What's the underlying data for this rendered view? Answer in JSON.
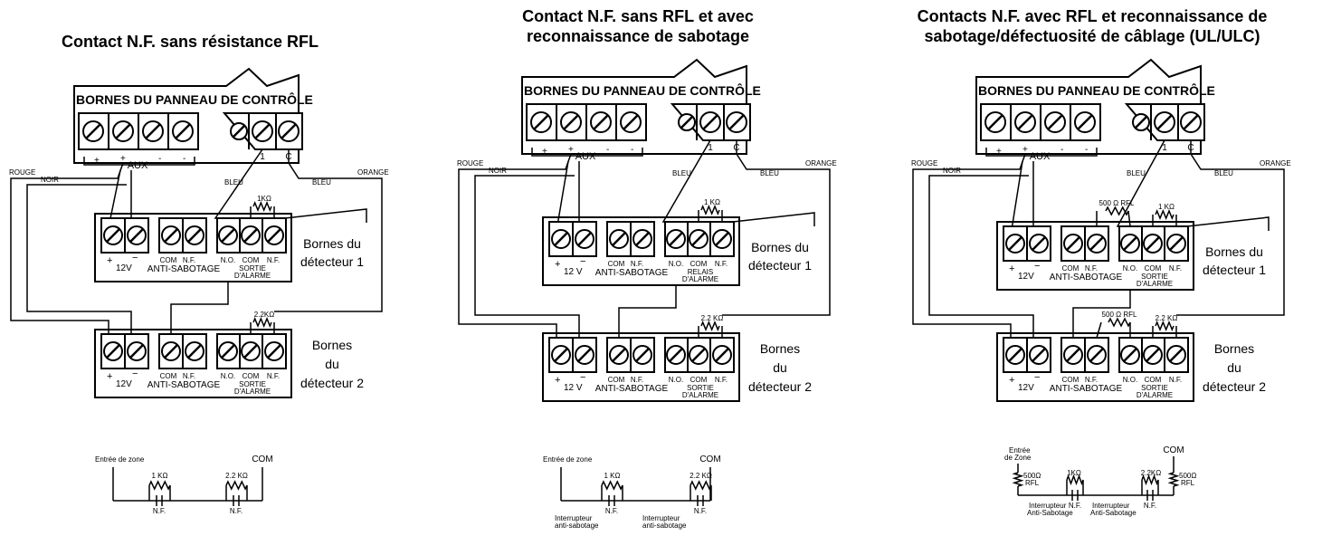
{
  "diagrams": [
    {
      "title_lines": [
        "Contact N.F. sans résistance RFL"
      ],
      "panel_label": "BORNES DU PANNEAU DE CONTRÔLE",
      "panel_terminal_labels": {
        "plus1": "+",
        "aux": "AUX",
        "minus1": "-",
        "minus2": "-",
        "zone": "1",
        "com": "C"
      },
      "wire_labels": {
        "red": "ROUGE",
        "black": "NOIR",
        "blue1": "BLEU",
        "blue2": "BLEU",
        "orange": "ORANGE"
      },
      "detector1": {
        "resistors": [
          "1KΩ"
        ],
        "name_lines": [
          "Bornes du",
          "détecteur 1"
        ],
        "power_labels": [
          "+",
          "−",
          "12V"
        ],
        "tamper_labels": [
          "COM",
          "N.F.",
          "ANTI-SABOTAGE"
        ],
        "alarm_labels": [
          "N.O.",
          "COM",
          "N.F.",
          "SORTIE",
          "D'ALARME"
        ]
      },
      "detector2": {
        "resistors": [
          "2.2KΩ"
        ],
        "name_lines": [
          "Bornes",
          "du",
          "détecteur 2"
        ],
        "power_labels": [
          "+",
          "−",
          "12V"
        ],
        "tamper_labels": [
          "COM",
          "N.F.",
          "ANTI-SABOTAGE"
        ],
        "alarm_labels": [
          "N.O.",
          "COM",
          "N.F.",
          "SORTIE",
          "D'ALARME"
        ]
      },
      "schematic": {
        "zone_label": "Entrée de zone",
        "com_label": "COM",
        "r1": "1 KΩ",
        "r2": "2.2 KΩ",
        "nf1": "N.F.",
        "nf2": "N.F."
      }
    },
    {
      "title_lines": [
        "Contact N.F. sans RFL et avec",
        "reconnaissance de sabotage"
      ],
      "panel_label": "BORNES DU PANNEAU DE CONTRÔLE",
      "panel_terminal_labels": {
        "plus1": "+",
        "aux": "AUX",
        "minus1": "-",
        "minus2": "-",
        "zone": "1",
        "com": "C"
      },
      "wire_labels": {
        "red": "ROUGE",
        "black": "NOIR",
        "blue1": "BLEU",
        "blue2": "BLEU",
        "orange": "ORANGE"
      },
      "detector1": {
        "resistors": [
          "1 KΩ"
        ],
        "name_lines": [
          "Bornes du",
          "détecteur 1"
        ],
        "power_labels": [
          "+",
          "−",
          "12 V"
        ],
        "tamper_labels": [
          "COM",
          "N.F.",
          "ANTI-SABOTAGE"
        ],
        "alarm_labels": [
          "N.O.",
          "COM",
          "N.F.",
          "RELAIS",
          "D'ALARME"
        ]
      },
      "detector2": {
        "resistors": [
          "2.2 KΩ"
        ],
        "name_lines": [
          "Bornes",
          "du",
          "détecteur 2"
        ],
        "power_labels": [
          "+",
          "−",
          "12 V"
        ],
        "tamper_labels": [
          "COM",
          "N.F.",
          "ANTI-SABOTAGE"
        ],
        "alarm_labels": [
          "N.O.",
          "COM",
          "N.F.",
          "SORTIE",
          "D'ALARME"
        ]
      },
      "schematic": {
        "zone_label": "Entrée de zone",
        "com_label": "COM",
        "r1": "1 KΩ",
        "r2": "2.2 KΩ",
        "nf1": "N.F.",
        "nf2": "N.F.",
        "sw1": [
          "Interrupteur",
          "anti-sabotage"
        ],
        "sw2": [
          "Interrupteur",
          "anti-sabotage"
        ]
      }
    },
    {
      "title_lines": [
        "Contacts N.F. avec RFL et reconnaissance de",
        "sabotage/défectuosité de câblage  (UL/ULC)"
      ],
      "panel_label": "BORNES DU PANNEAU DE CONTRÔLE",
      "panel_terminal_labels": {
        "plus1": "+",
        "aux": "AUX",
        "minus1": "-",
        "minus2": "-",
        "zone": "1",
        "com": "C"
      },
      "wire_labels": {
        "red": "ROUGE",
        "black": "NOIR",
        "blue1": "BLEU",
        "blue2": "BLEU",
        "orange": "ORANGE"
      },
      "detector1": {
        "resistors": [
          "1 KΩ",
          "500 Ω RFL"
        ],
        "name_lines": [
          "Bornes du",
          "détecteur 1"
        ],
        "power_labels": [
          "+",
          "−",
          "12V"
        ],
        "tamper_labels": [
          "COM",
          "N.F.",
          "ANTI-SABOTAGE"
        ],
        "alarm_labels": [
          "N.O.",
          "COM",
          "N.F.",
          "SORTIE",
          "D'ALARME"
        ]
      },
      "detector2": {
        "resistors": [
          "2.2 KΩ",
          "500 Ω RFL"
        ],
        "name_lines": [
          "Bornes",
          "du",
          "détecteur 2"
        ],
        "power_labels": [
          "+",
          "−",
          "12V"
        ],
        "tamper_labels": [
          "COM",
          "N.F.",
          "ANTI-SABOTAGE"
        ],
        "alarm_labels": [
          "N.O.",
          "COM",
          "N.F.",
          "SORTIE",
          "D'ALARME"
        ]
      },
      "schematic": {
        "zone_label": [
          "Entrée",
          "de Zone"
        ],
        "com_label": "COM",
        "r1": "1KΩ",
        "r2": "2.2KΩ",
        "nf1": "N.F.",
        "nf2": "N.F.",
        "rfl_left": [
          "500Ω",
          "RFL"
        ],
        "rfl_right": [
          "500Ω",
          "RFL"
        ],
        "sw1": [
          "Interrupteur",
          "Anti-Sabotage"
        ],
        "sw2": [
          "Interrupteur",
          "Anti-Sabotage"
        ]
      }
    }
  ]
}
